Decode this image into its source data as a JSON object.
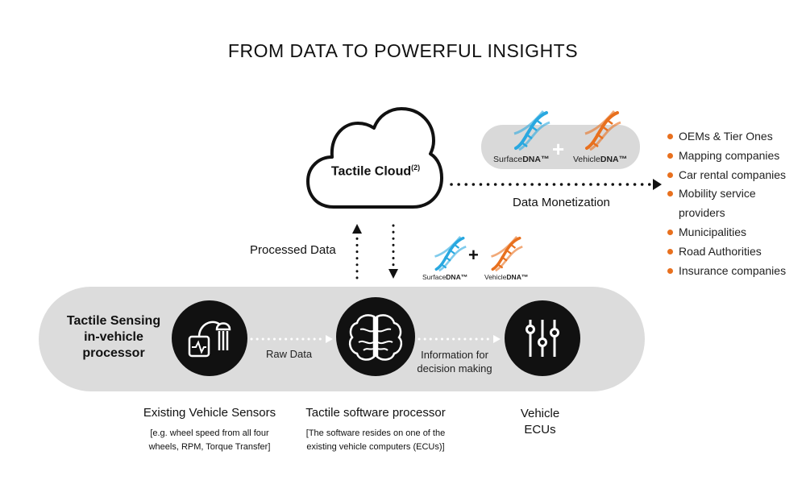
{
  "title": "FROM DATA TO POWERFUL INSIGHTS",
  "cloud": {
    "label": "Tactile Cloud",
    "superscript": "(2)"
  },
  "dna_top": {
    "surface_prefix": "Surface",
    "surface_bold": "DNA",
    "vehicle_prefix": "Vehicle",
    "vehicle_bold": "DNA",
    "tm": "™",
    "plus": "+"
  },
  "dna_mid": {
    "surface_prefix": "Surface",
    "surface_bold": "DNA",
    "vehicle_prefix": "Vehicle",
    "vehicle_bold": "DNA",
    "tm": "™",
    "plus": "+"
  },
  "data_monetization": "Data Monetization",
  "processed_data": "Processed Data",
  "raw_data": "Raw Data",
  "information": {
    "line1": "Information for",
    "line2": "decision making"
  },
  "sensing": {
    "line1": "Tactile Sensing",
    "line2": "in-vehicle",
    "line3": "processor"
  },
  "bottom": {
    "sensors_title": "Existing Vehicle Sensors",
    "sensors_note1": "[e.g. wheel speed from all four",
    "sensors_note2": "wheels, RPM, Torque Transfer]",
    "processor_title": "Tactile software processor",
    "processor_note1": "[The software resides on one of the",
    "processor_note2": "existing vehicle computers (ECUs)]",
    "ecu_line1": "Vehicle",
    "ecu_line2": "ECUs"
  },
  "customers": [
    "OEMs & Tier Ones",
    "Mapping companies",
    "Car rental companies",
    "Mobility service",
    "providers",
    "Municipalities",
    "Road Authorities",
    "Insurance companies"
  ],
  "colors": {
    "accent": "#e8701e",
    "surface_dna": "#29a8e0",
    "vehicle_dna": "#e8701e",
    "pill": "#dcdcdc",
    "dark": "#111111"
  }
}
